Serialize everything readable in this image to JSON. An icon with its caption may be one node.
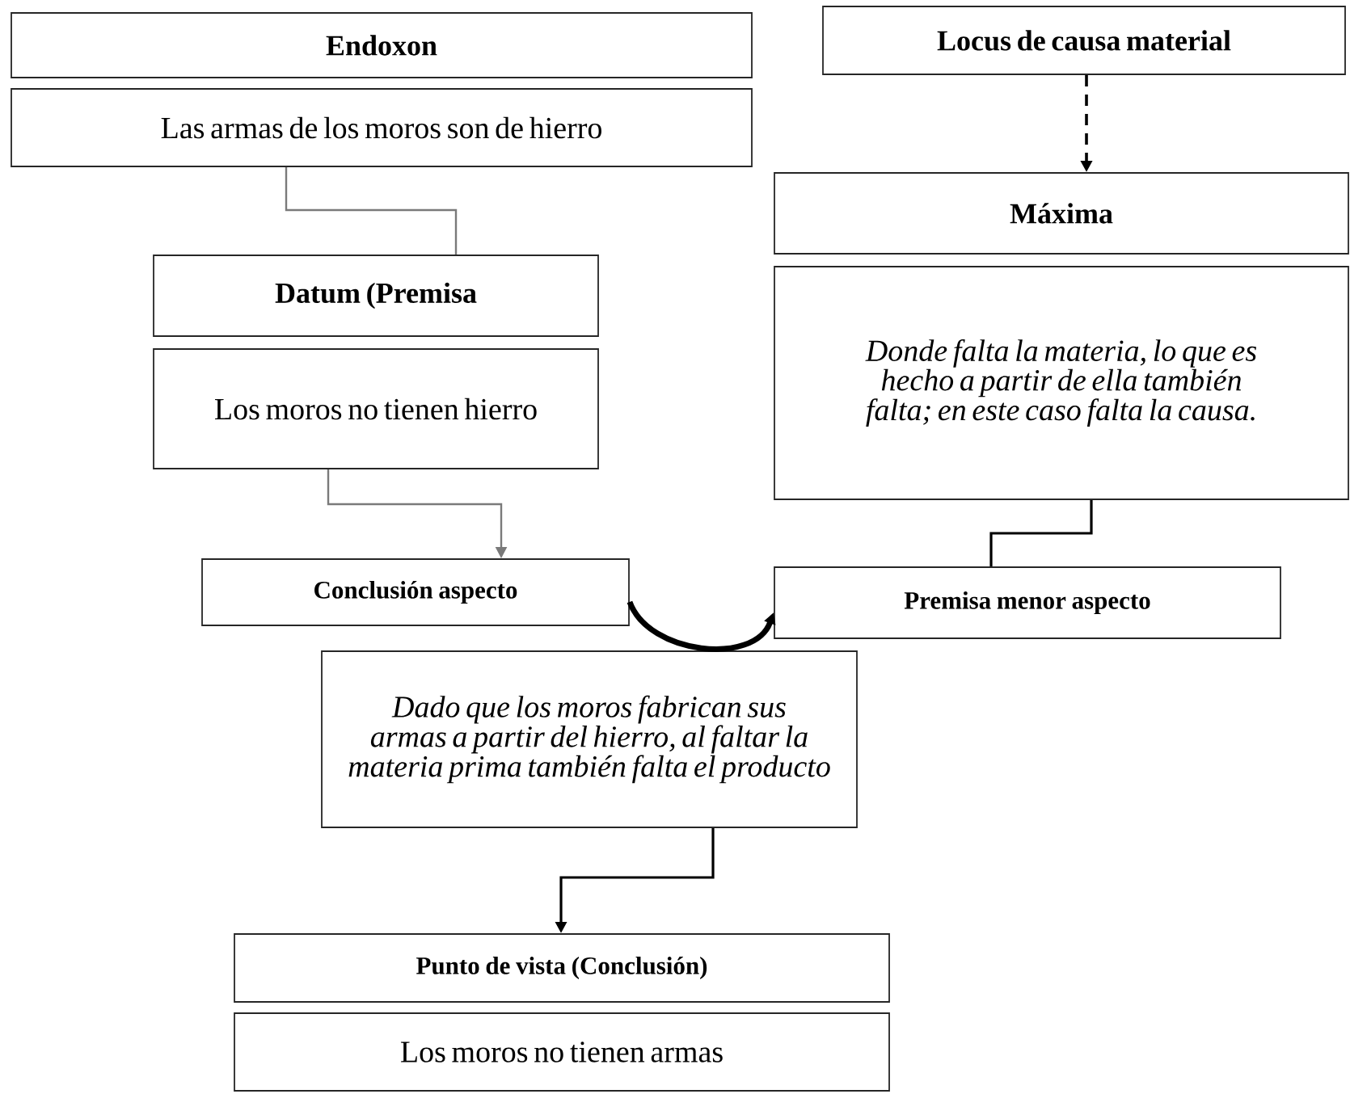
{
  "diagram": {
    "nodes": [
      {
        "text": [
          "Endoxon"
        ]
      },
      {
        "text": [
          "Las armas de los moros son de hierro"
        ]
      },
      {
        "text": [
          "Locus de causa material"
        ]
      },
      {
        "text": [
          "Máxima"
        ]
      },
      {
        "text": [
          "Donde falta la materia, lo que es hecho a partir de ella también falta; en este caso falta la causa."
        ]
      },
      {
        "text": [
          "Datum (Premisa"
        ]
      },
      {
        "text": [
          "Los moros no tienen hierro"
        ]
      },
      {
        "text": [
          "Conclusión aspecto"
        ]
      },
      {
        "text": [
          "Premisa menor aspecto"
        ]
      },
      {
        "text": [
          "Dado que los moros fabrican sus armas a partir del hierro, al faltar la materia prima también falta el producto"
        ]
      },
      {
        "text": [
          "Punto de vista (Conclusión)"
        ]
      },
      {
        "text": [
          "Los moros no tienen armas"
        ]
      }
    ],
    "edges": [
      {
        "from": 1,
        "to": 5,
        "arrow": "none",
        "color": "#7a7a7a"
      },
      {
        "from": 2,
        "to": 3,
        "arrow": "to",
        "style": "dashed"
      },
      {
        "from": 6,
        "to": 7,
        "arrow": "to",
        "color": "#7a7a7a"
      },
      {
        "from": 4,
        "to": 8,
        "arrow": "none"
      },
      {
        "from": 7,
        "to": 8,
        "arrow": "to",
        "style": "thick"
      },
      {
        "from": 9,
        "to": 10,
        "arrow": "to"
      }
    ]
  }
}
